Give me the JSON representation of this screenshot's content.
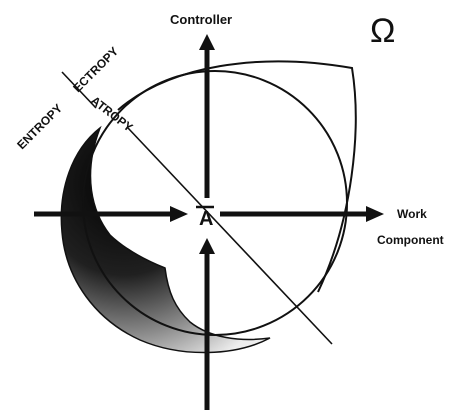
{
  "labels": {
    "controller": "Controller",
    "work": "Work",
    "component": "Component",
    "entropy": "ENTROPY",
    "ectropy": "ECTROPY",
    "atropy": "ATROPY",
    "center": "A",
    "omega": "Ω"
  },
  "colors": {
    "ink": "#111111",
    "shade_light": "#e6e6e6",
    "shade_dark": "#1a1a1a",
    "background": "#ffffff"
  }
}
